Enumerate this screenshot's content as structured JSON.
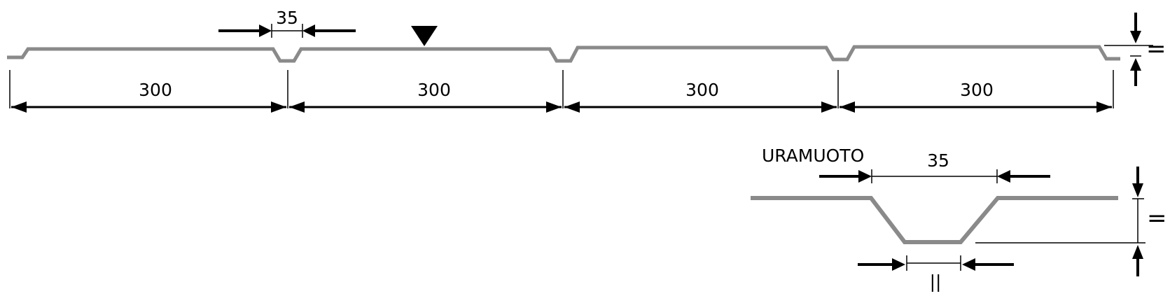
{
  "diagram": {
    "colors": {
      "profile": "#8a8a8a",
      "ink": "#000000",
      "background": "#ffffff"
    },
    "top_view": {
      "rib_width_label": "35",
      "pitch_labels": [
        "300",
        "300",
        "300",
        "300"
      ],
      "height_symbol": "="
    },
    "detail_view": {
      "title": "URAMUOTO",
      "top_width_label": "35",
      "bottom_width_symbol": "||",
      "height_symbol": "="
    }
  }
}
